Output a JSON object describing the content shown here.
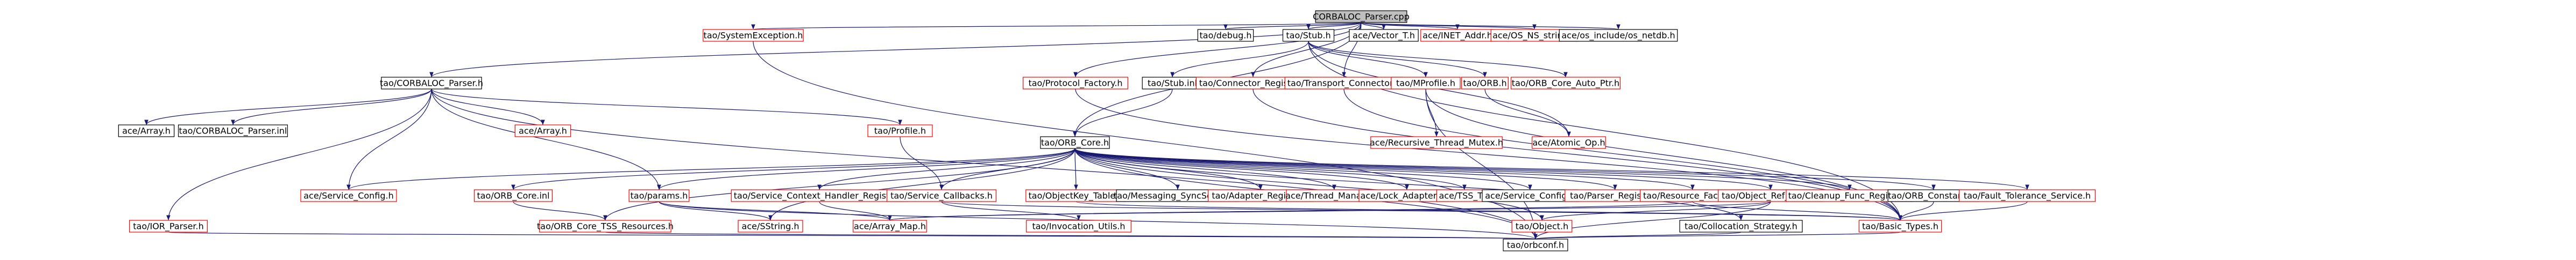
{
  "graph": {
    "colors": {
      "root_fill": "#bfbfbf",
      "root_border": "#000000",
      "local_border": "#000000",
      "external_border": "#ff0000",
      "edge": "#191970",
      "text": "#000000"
    },
    "nodes": [
      {
        "id": "root",
        "label": "CORBALOC_Parser.cpp",
        "kind": "root"
      },
      {
        "id": "sysexc",
        "label": "tao/SystemException.h",
        "kind": "external"
      },
      {
        "id": "debug",
        "label": "tao/debug.h",
        "kind": "local"
      },
      {
        "id": "stub",
        "label": "tao/Stub.h",
        "kind": "local"
      },
      {
        "id": "vector_t",
        "label": "ace/Vector_T.h",
        "kind": "local"
      },
      {
        "id": "inet_addr",
        "label": "ace/INET_Addr.h",
        "kind": "external"
      },
      {
        "id": "os_string",
        "label": "ace/OS_NS_string.h",
        "kind": "external"
      },
      {
        "id": "netdb",
        "label": "ace/os_include/os_netdb.h",
        "kind": "local"
      },
      {
        "id": "corbaloc_h",
        "label": "tao/CORBALOC_Parser.h",
        "kind": "local"
      },
      {
        "id": "protocol_factory",
        "label": "tao/Protocol_Factory.h",
        "kind": "external"
      },
      {
        "id": "stub_inl",
        "label": "tao/Stub.inl",
        "kind": "local"
      },
      {
        "id": "connector_registry",
        "label": "tao/Connector_Registry.h",
        "kind": "external"
      },
      {
        "id": "transport_connector",
        "label": "tao/Transport_Connector.h",
        "kind": "external"
      },
      {
        "id": "mprofile",
        "label": "tao/MProfile.h",
        "kind": "external"
      },
      {
        "id": "orb_h",
        "label": "tao/ORB.h",
        "kind": "external"
      },
      {
        "id": "orb_core_auto_ptr",
        "label": "tao/ORB_Core_Auto_Ptr.h",
        "kind": "external"
      },
      {
        "id": "ace_array",
        "label": "ace/Array.h",
        "kind": "local"
      },
      {
        "id": "corbaloc_inl",
        "label": "tao/CORBALOC_Parser.inl",
        "kind": "local"
      },
      {
        "id": "ace_array2",
        "label": "ace/Array.h",
        "kind": "external"
      },
      {
        "id": "profile",
        "label": "tao/Profile.h",
        "kind": "external"
      },
      {
        "id": "orb_core",
        "label": "tao/ORB_Core.h",
        "kind": "local"
      },
      {
        "id": "recursive_mutex",
        "label": "ace/Recursive_Thread_Mutex.h",
        "kind": "external"
      },
      {
        "id": "atomic_op",
        "label": "ace/Atomic_Op.h",
        "kind": "external"
      },
      {
        "id": "service_config",
        "label": "ace/Service_Config.h",
        "kind": "external"
      },
      {
        "id": "orb_core_inl",
        "label": "tao/ORB_Core.inl",
        "kind": "external"
      },
      {
        "id": "params",
        "label": "tao/params.h",
        "kind": "external"
      },
      {
        "id": "service_context_handler",
        "label": "tao/Service_Context_Handler_Registry.h",
        "kind": "external"
      },
      {
        "id": "service_callbacks",
        "label": "tao/Service_Callbacks.h",
        "kind": "external"
      },
      {
        "id": "objectkey_table",
        "label": "tao/ObjectKey_Table.h",
        "kind": "external"
      },
      {
        "id": "messaging_syncscope",
        "label": "tao/Messaging_SyncScopeC.h",
        "kind": "local"
      },
      {
        "id": "adapter_registry",
        "label": "tao/Adapter_Registry.h",
        "kind": "external"
      },
      {
        "id": "thread_manager",
        "label": "ace/Thread_Manager.h",
        "kind": "external"
      },
      {
        "id": "lock_adapter",
        "label": "ace/Lock_Adapter_T.h",
        "kind": "external"
      },
      {
        "id": "tss_t",
        "label": "ace/TSS_T.h",
        "kind": "external"
      },
      {
        "id": "service_config2",
        "label": "ace/Service_Config.h",
        "kind": "local"
      },
      {
        "id": "parser_registry",
        "label": "tao/Parser_Registry.h",
        "kind": "external"
      },
      {
        "id": "resource_factory",
        "label": "tao/Resource_Factory.h",
        "kind": "external"
      },
      {
        "id": "object_ref_table",
        "label": "tao/Object_Ref_Table.h",
        "kind": "external"
      },
      {
        "id": "cleanup_func_registry",
        "label": "tao/Cleanup_Func_Registry.h",
        "kind": "external"
      },
      {
        "id": "orb_constants",
        "label": "tao/ORB_Constants.h",
        "kind": "local"
      },
      {
        "id": "fault_tolerance",
        "label": "tao/Fault_Tolerance_Service.h",
        "kind": "external"
      },
      {
        "id": "ior_parser",
        "label": "tao/IOR_Parser.h",
        "kind": "external"
      },
      {
        "id": "orb_core_tss",
        "label": "tao/ORB_Core_TSS_Resources.h",
        "kind": "external"
      },
      {
        "id": "sstring",
        "label": "ace/SString.h",
        "kind": "external"
      },
      {
        "id": "array_map",
        "label": "ace/Array_Map.h",
        "kind": "external"
      },
      {
        "id": "invocation_utils",
        "label": "tao/Invocation_Utils.h",
        "kind": "external"
      },
      {
        "id": "object_h",
        "label": "tao/Object.h",
        "kind": "external"
      },
      {
        "id": "collocation_strategy",
        "label": "tao/Collocation_Strategy.h",
        "kind": "local"
      },
      {
        "id": "basic_types",
        "label": "tao/Basic_Types.h",
        "kind": "external"
      },
      {
        "id": "orbconf",
        "label": "tao/orbconf.h",
        "kind": "local"
      }
    ],
    "edges": [
      [
        "root",
        "sysexc"
      ],
      [
        "root",
        "debug"
      ],
      [
        "root",
        "stub"
      ],
      [
        "root",
        "vector_t"
      ],
      [
        "root",
        "inet_addr"
      ],
      [
        "root",
        "os_string"
      ],
      [
        "root",
        "netdb"
      ],
      [
        "root",
        "corbaloc_h"
      ],
      [
        "root",
        "orb_core"
      ],
      [
        "root",
        "connector_registry"
      ],
      [
        "root",
        "transport_connector"
      ],
      [
        "root",
        "protocol_factory"
      ],
      [
        "sysexc",
        "orbconf"
      ],
      [
        "stub",
        "stub_inl"
      ],
      [
        "stub",
        "mprofile"
      ],
      [
        "stub",
        "orb_h"
      ],
      [
        "stub",
        "orb_core_auto_ptr"
      ],
      [
        "stub",
        "basic_types"
      ],
      [
        "stub",
        "atomic_op"
      ],
      [
        "stub_inl",
        "orb_core"
      ],
      [
        "mprofile",
        "recursive_mutex"
      ],
      [
        "mprofile",
        "basic_types"
      ],
      [
        "mprofile",
        "orbconf"
      ],
      [
        "orb_h",
        "atomic_op"
      ],
      [
        "protocol_factory",
        "basic_types"
      ],
      [
        "connector_registry",
        "basic_types"
      ],
      [
        "transport_connector",
        "basic_types"
      ],
      [
        "corbaloc_h",
        "ace_array"
      ],
      [
        "corbaloc_h",
        "corbaloc_inl"
      ],
      [
        "corbaloc_h",
        "ace_array2"
      ],
      [
        "corbaloc_h",
        "profile"
      ],
      [
        "corbaloc_h",
        "ior_parser"
      ],
      [
        "corbaloc_h",
        "service_config"
      ],
      [
        "corbaloc_h",
        "params"
      ],
      [
        "corbaloc_h",
        "orbconf"
      ],
      [
        "profile",
        "service_callbacks"
      ],
      [
        "ior_parser",
        "orbconf"
      ],
      [
        "orb_core",
        "service_config"
      ],
      [
        "orb_core",
        "orb_core_inl"
      ],
      [
        "orb_core",
        "params"
      ],
      [
        "orb_core",
        "service_context_handler"
      ],
      [
        "orb_core",
        "service_callbacks"
      ],
      [
        "orb_core",
        "objectkey_table"
      ],
      [
        "orb_core",
        "messaging_syncscope"
      ],
      [
        "orb_core",
        "adapter_registry"
      ],
      [
        "orb_core",
        "thread_manager"
      ],
      [
        "orb_core",
        "lock_adapter"
      ],
      [
        "orb_core",
        "tss_t"
      ],
      [
        "orb_core",
        "service_config2"
      ],
      [
        "orb_core",
        "parser_registry"
      ],
      [
        "orb_core",
        "resource_factory"
      ],
      [
        "orb_core",
        "object_ref_table"
      ],
      [
        "orb_core",
        "cleanup_func_registry"
      ],
      [
        "orb_core",
        "orb_constants"
      ],
      [
        "orb_core",
        "fault_tolerance"
      ],
      [
        "orb_core",
        "collocation_strategy"
      ],
      [
        "orb_core",
        "orb_core_tss"
      ],
      [
        "orb_core",
        "object_h"
      ],
      [
        "orb_core",
        "orbconf"
      ],
      [
        "orb_core",
        "sstring"
      ],
      [
        "orb_core_inl",
        "orb_core_tss"
      ],
      [
        "params",
        "sstring"
      ],
      [
        "params",
        "array_map"
      ],
      [
        "params",
        "orbconf"
      ],
      [
        "service_context_handler",
        "array_map"
      ],
      [
        "service_callbacks",
        "invocation_utils"
      ],
      [
        "service_callbacks",
        "basic_types"
      ],
      [
        "objectkey_table",
        "basic_types"
      ],
      [
        "resource_factory",
        "array_map"
      ],
      [
        "resource_factory",
        "basic_types"
      ],
      [
        "object_ref_table",
        "array_map"
      ],
      [
        "object_ref_table",
        "object_h"
      ],
      [
        "object_ref_table",
        "orbconf"
      ],
      [
        "orb_constants",
        "basic_types"
      ],
      [
        "fault_tolerance",
        "basic_types"
      ],
      [
        "collocation_strategy",
        "orbconf"
      ],
      [
        "orb_core_tss",
        "orbconf"
      ],
      [
        "basic_types",
        "orbconf"
      ]
    ]
  }
}
